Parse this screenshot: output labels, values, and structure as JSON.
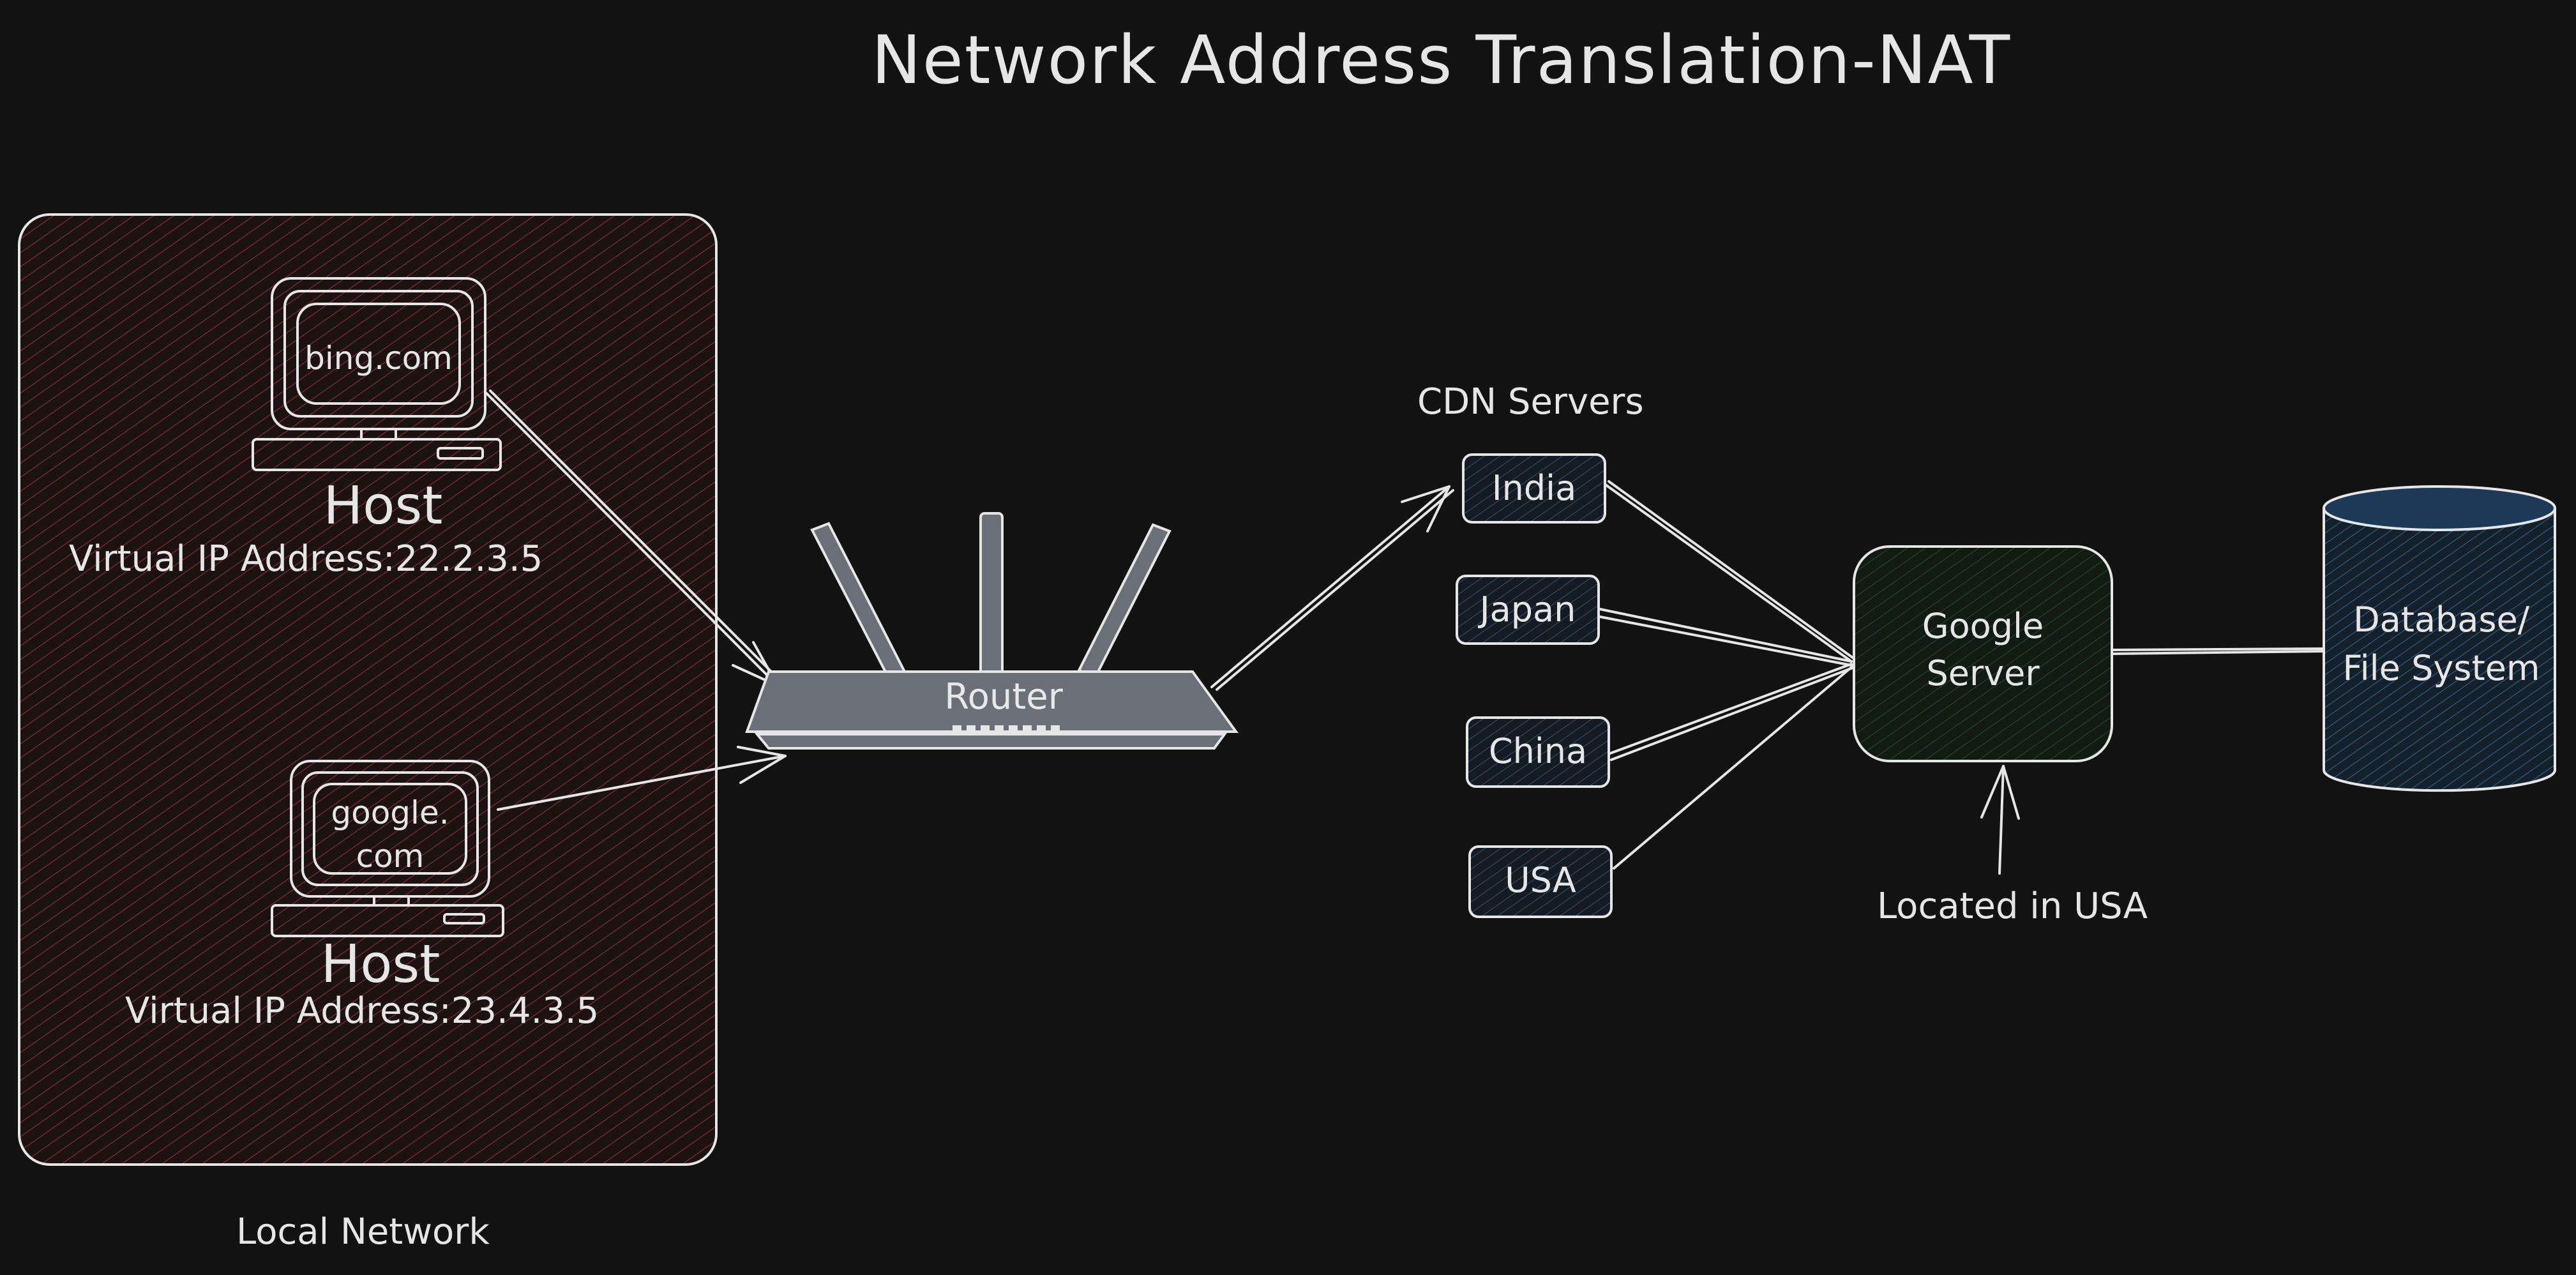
{
  "title": "Network Address Translation-NAT",
  "local_network": {
    "label": "Local Network",
    "hosts": [
      {
        "screen_text": "bing.com",
        "name": "Host",
        "ip_label": "Virtual IP Address:22.2.3.5"
      },
      {
        "screen_text": "google.\ncom",
        "name": "Host",
        "ip_label": "Virtual IP Address:23.4.3.5"
      }
    ]
  },
  "router": {
    "label": "Router"
  },
  "cdn": {
    "label": "CDN Servers",
    "servers": [
      "India",
      "Japan",
      "China",
      "USA"
    ]
  },
  "google_server": {
    "label_line1": "Google",
    "label_line2": "Server",
    "note": "Located in USA"
  },
  "database": {
    "label_line1": "Database/",
    "label_line2": "File System"
  },
  "colors": {
    "background": "#121212",
    "stroke": "#e6e6e6",
    "local_network_fill": "#2a1616",
    "cdn_fill": "#1a2430",
    "google_fill": "#14241a",
    "database_fill": "#16283a",
    "router_fill": "#6b7078"
  }
}
